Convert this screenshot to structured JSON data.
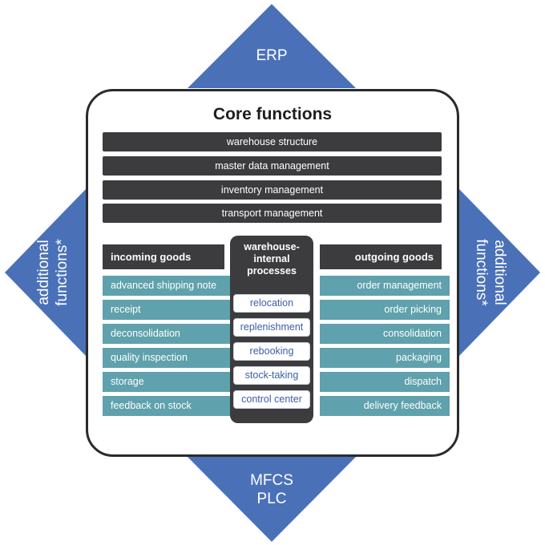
{
  "colors": {
    "diamond_blue": "#4a71b8",
    "dark_bar": "#3c3c3f",
    "teal": "#5fa1ac",
    "pill_text": "#3a5fa6"
  },
  "diamonds": {
    "top": "ERP",
    "bottom_line1": "MFCS",
    "bottom_line2": "PLC",
    "left_line1": "additional",
    "left_line2": "functions*",
    "right_line1": "additional",
    "right_line2": "functions*"
  },
  "core": {
    "title": "Core functions",
    "bars": [
      "warehouse structure",
      "master data management",
      "inventory management",
      "transport management"
    ]
  },
  "incoming": {
    "header": "incoming goods",
    "items": [
      "advanced shipping note",
      "receipt",
      "deconsolidation",
      "quality inspection",
      "storage",
      "feedback on stock"
    ]
  },
  "internal": {
    "title_line1": "warehouse-",
    "title_line2": "internal",
    "title_line3": "processes",
    "items": [
      "relocation",
      "replenishment",
      "rebooking",
      "stock-taking",
      "control center"
    ]
  },
  "outgoing": {
    "header": "outgoing goods",
    "items": [
      "order management",
      "order picking",
      "consolidation",
      "packaging",
      "dispatch",
      "delivery feedback"
    ]
  }
}
